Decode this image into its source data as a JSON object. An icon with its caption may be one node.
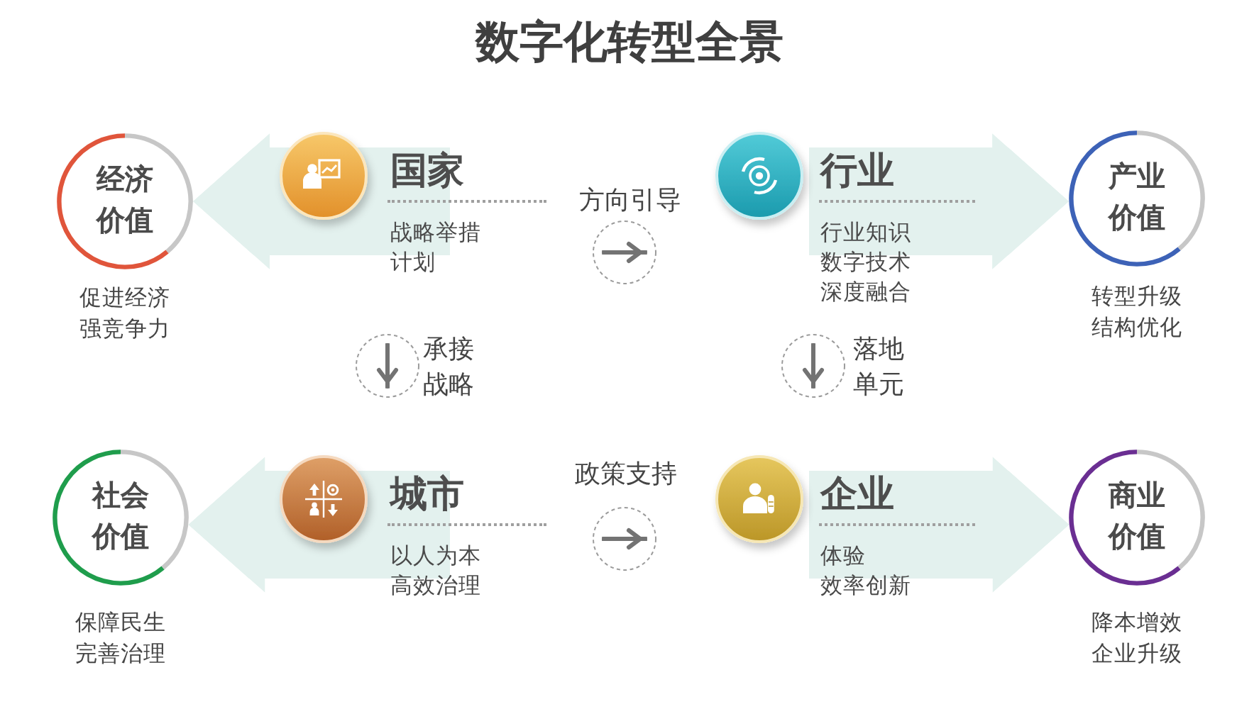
{
  "diagram": {
    "title": "数字化转型全景",
    "nodes": [
      {
        "text": [
          "经济价值"
        ],
        "beside": [
          "促进经济",
          "强竞争力"
        ]
      },
      {
        "text": [
          "国家",
          "战略举措",
          "计划"
        ]
      },
      {
        "text": [
          "行业",
          "行业知识",
          "数字技术",
          "深度融合"
        ]
      },
      {
        "text": [
          "产业价值"
        ],
        "beside": [
          "转型升级",
          "结构优化"
        ]
      },
      {
        "text": [
          "社会价值"
        ],
        "beside": [
          "保障民生",
          "完善治理"
        ]
      },
      {
        "text": [
          "城市",
          "以人为本",
          "高效治理"
        ]
      },
      {
        "text": [
          "企业",
          "体验",
          "效率创新"
        ]
      },
      {
        "text": [
          "商业价值"
        ],
        "beside": [
          "降本增效",
          "企业升级"
        ]
      }
    ],
    "edges": [
      {
        "from": 1,
        "to": 0,
        "arrow": "to",
        "style": "thick",
        "color": "#e3f1ee"
      },
      {
        "from": 1,
        "to": 2,
        "arrow": "to",
        "label": "方向引导",
        "color": "#737373"
      },
      {
        "from": 2,
        "to": 3,
        "arrow": "to",
        "style": "thick",
        "color": "#e3f1ee"
      },
      {
        "from": 1,
        "to": 5,
        "arrow": "to",
        "label": "承接战略",
        "color": "#737373"
      },
      {
        "from": 2,
        "to": 6,
        "arrow": "to",
        "label": "落地单元",
        "color": "#737373"
      },
      {
        "from": 5,
        "to": 4,
        "arrow": "to",
        "style": "thick",
        "color": "#e3f1ee"
      },
      {
        "from": 5,
        "to": 6,
        "arrow": "to",
        "label": "政策支持",
        "color": "#737373"
      },
      {
        "from": 6,
        "to": 7,
        "arrow": "to",
        "style": "thick",
        "color": "#e3f1ee"
      }
    ]
  }
}
